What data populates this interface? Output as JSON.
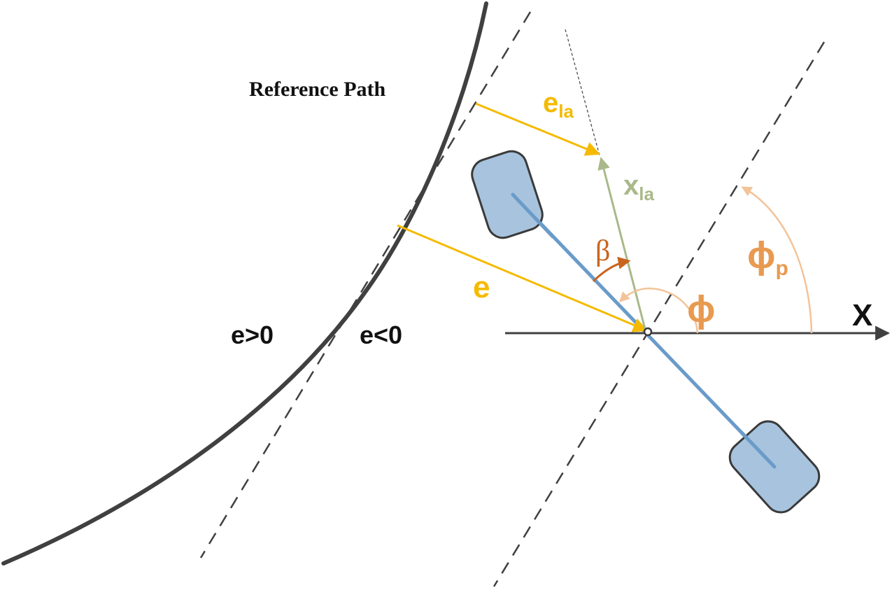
{
  "labels": {
    "reference_path": "Reference Path",
    "e_pos": "e>0",
    "e_neg": "e<0",
    "e": "e",
    "e_la_main": "e",
    "e_la_sub": "la",
    "x_la_main": "x",
    "x_la_sub": "la",
    "beta": "β",
    "phi": "ϕ",
    "phi_p_main": "ϕ",
    "phi_p_sub": "p",
    "x_axis": "X"
  },
  "colors": {
    "path": "#404040",
    "dash": "#404040",
    "yellow": "#F5BA00",
    "green": "#A9B98A",
    "orange_dark": "#C8641E",
    "orange": "#E89A50",
    "orange_light": "#F3C39A",
    "vehicle_line": "#6A9BC9",
    "vehicle_fill": "#A7C3DE",
    "vehicle_stroke": "#3A3A3A",
    "axis": "#404040"
  }
}
